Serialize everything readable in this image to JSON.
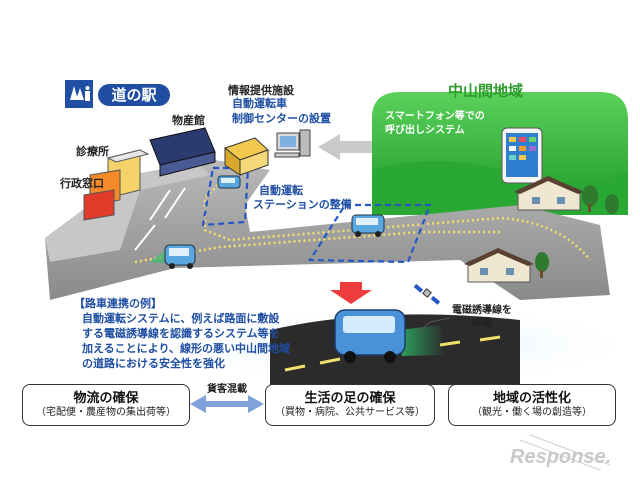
{
  "michi_no_eki": "道の駅",
  "chusankan": "中山間地域",
  "labels": {
    "clinic": "診療所",
    "admin_window": "行政窓口",
    "bussankan": "物産館",
    "info_facility": "情報提供施設",
    "control_center_l1": "自動運転車",
    "control_center_l2": "制御センターの設置",
    "station_l1": "自動運転",
    "station_l2": "ステーションの整備",
    "smartphone_l1": "スマートフォン等での",
    "smartphone_l2": "呼び出しシステム",
    "induction_l1": "電磁誘導線を",
    "induction_l2": "認識"
  },
  "example": {
    "title": "【路車連携の例】",
    "lines": [
      "自動運転システムに、例えば路面に敷設",
      "する電磁誘導線を認識するシステム等を",
      "加えることにより、線形の悪い中山間地域",
      "の道路における安全性を強化"
    ]
  },
  "bottom": {
    "box1_main": "物流の確保",
    "box1_sub": "（宅配便・農産物の集出荷等）",
    "mixed": "貨客混載",
    "box2_main": "生活の足の確保",
    "box2_sub": "（買物・病院、公共サービス等）",
    "box3_main": "地域の活性化",
    "box3_sub": "（観光・働く場の創造等）"
  },
  "watermark": "Response.",
  "colors": {
    "title_blue": "#1f4ea3",
    "hill_green": "#3dbb3d",
    "road_gray": "#8a8a8a",
    "dash_blue": "#2456c8"
  }
}
